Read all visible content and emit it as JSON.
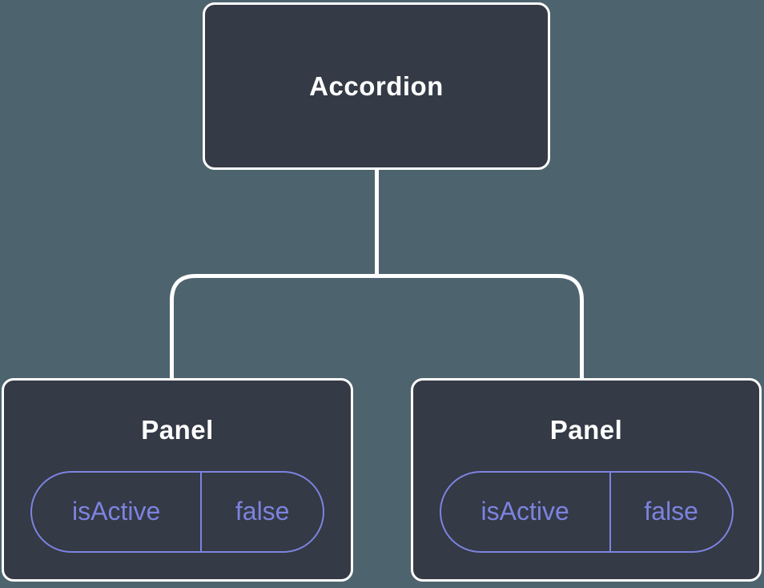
{
  "colors": {
    "background": "#4d646e",
    "node_fill": "#343a46",
    "node_border": "#ffffff",
    "accent_purple": "#7d83de",
    "text_primary": "#ffffff"
  },
  "tree": {
    "root": {
      "label": "Accordion"
    },
    "children": [
      {
        "label": "Panel",
        "prop": {
          "name": "isActive",
          "value": "false"
        }
      },
      {
        "label": "Panel",
        "prop": {
          "name": "isActive",
          "value": "false"
        }
      }
    ]
  }
}
